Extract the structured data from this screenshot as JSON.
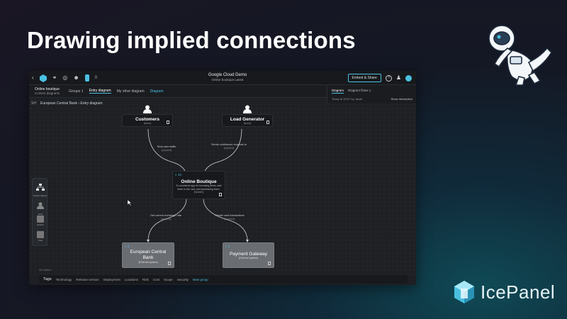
{
  "slide": {
    "title": "Drawing implied connections",
    "brand_name": "IcePanel",
    "brand_color": "#4ac0e0"
  },
  "topbar": {
    "back_icon": "chevron-left-icon",
    "unread_count": "0",
    "title": "Google Cloud Demo",
    "subtitle_version": "Online boutique",
    "subtitle_tag": "Latest",
    "embed_label": "Embed & Share"
  },
  "subbar": {
    "project_name": "Online boutique",
    "project_sub": "Context diagrams",
    "groups_label": "Groups",
    "groups_count": "1",
    "tab_entry": "Entry diagram",
    "tab_other": "My other diagram",
    "diagram_btn": "Diagram"
  },
  "right_panel": {
    "tab_diagram": "Diagram",
    "tab_flows": "Diagram flows",
    "tab_flows_count": "1",
    "updated": "Today at 15:07 by Jacob",
    "show_description": "Show description"
  },
  "canvas": {
    "toggle_label": "SH",
    "breadcrumb": "European Central Bank › Entry diagram",
    "hidden_label": "All hidden",
    "tools": [
      "Model Objects",
      "Actor",
      "System",
      "Area"
    ]
  },
  "nodes": {
    "customers": {
      "name": "Customers",
      "type": "[Actor]"
    },
    "load_generator": {
      "name": "Load Generator",
      "type": "[Actor]"
    },
    "online_boutique": {
      "badge": "13",
      "name": "Online Boutique",
      "desc": "E-commerce app for browsing items, add them to the cart, and purchasing them.",
      "type": "[System]"
    },
    "ecb": {
      "badge": "3",
      "name": "European Central Bank",
      "type": "[External system]"
    },
    "payment": {
      "badge": "2",
      "name": "Payment Gateway",
      "type": "[External system]"
    }
  },
  "connections": {
    "real_traffic": {
      "label": "Real user traffic",
      "tag": "[Implied]"
    },
    "synthetic": {
      "label": "Sends continuous requests to",
      "tag": "[Implied]"
    },
    "exchange": {
      "label": "Get current exchange rate",
      "tag": "[Implied]"
    },
    "card": {
      "label": "Create card transactions",
      "tag": "[Implied]"
    }
  },
  "bottombar": {
    "tags": "Tags",
    "items": [
      "Technology",
      "Release version",
      "Deployment",
      "Locations",
      "Risk",
      "Cost",
      "Scope",
      "Security"
    ],
    "new_group": "New group"
  }
}
